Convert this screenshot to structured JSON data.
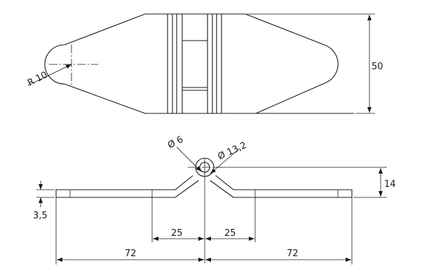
{
  "dimensions": {
    "radius_label": "R 10",
    "total_height_label": "50",
    "hole_diameter_label": "Ø 6",
    "knuckle_diameter_label": "Ø 13,2",
    "knuckle_height_label": "14",
    "thickness_label": "3,5",
    "left_hole_offset_label": "25",
    "right_hole_offset_label": "25",
    "left_leaf_length_label": "72",
    "right_leaf_length_label": "72"
  }
}
